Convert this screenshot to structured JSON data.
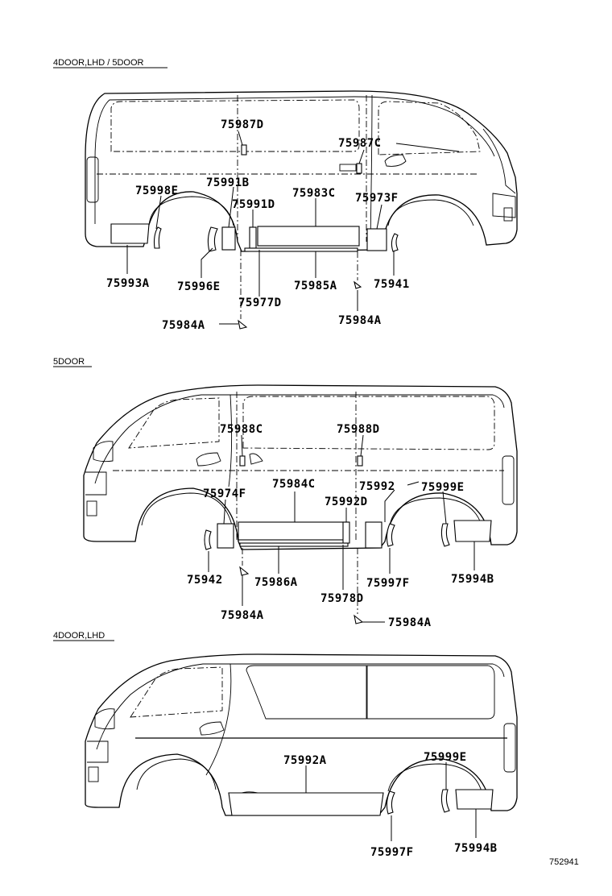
{
  "sections": [
    {
      "id": "s1",
      "title": "4DOOR,LHD / 5DOOR"
    },
    {
      "id": "s2",
      "title": "5DOOR"
    },
    {
      "id": "s3",
      "title": "4DOOR,LHD"
    }
  ],
  "labels": {
    "s1": [
      "75987D",
      "75987C",
      "75991B",
      "75998E",
      "75991D",
      "75983C",
      "75973F",
      "75993A",
      "75996E",
      "75985A",
      "75941",
      "75977D",
      "75984A",
      "75984A"
    ],
    "s2": [
      "75988C",
      "75988D",
      "75974F",
      "75984C",
      "75992",
      "75999E",
      "75992D",
      "75942",
      "75986A",
      "75997F",
      "75994B",
      "75978D",
      "75984A",
      "75984A"
    ],
    "s3": [
      "75992A",
      "75999E",
      "75997F",
      "75994B"
    ]
  },
  "diagram_ref": "752941"
}
